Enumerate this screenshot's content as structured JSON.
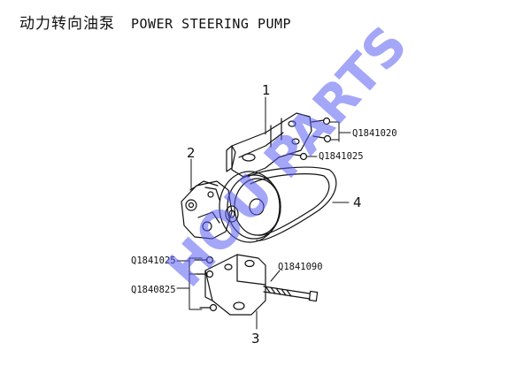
{
  "header": {
    "title_cn": "动力转向油泵",
    "title_en": "POWER STEERING PUMP"
  },
  "callouts": {
    "c1": "1",
    "c2": "2",
    "c3": "3",
    "c4": "4"
  },
  "part_numbers": {
    "bolt_upper_pair": "Q1841020",
    "bolt_upper_single": "Q1841025",
    "bolt_lower_top": "Q1841025",
    "bolt_lower_group": "Q1840825",
    "long_bolt": "Q1841090"
  },
  "watermark": {
    "text": "HOU PARTS",
    "color": "#5a5cf0"
  }
}
